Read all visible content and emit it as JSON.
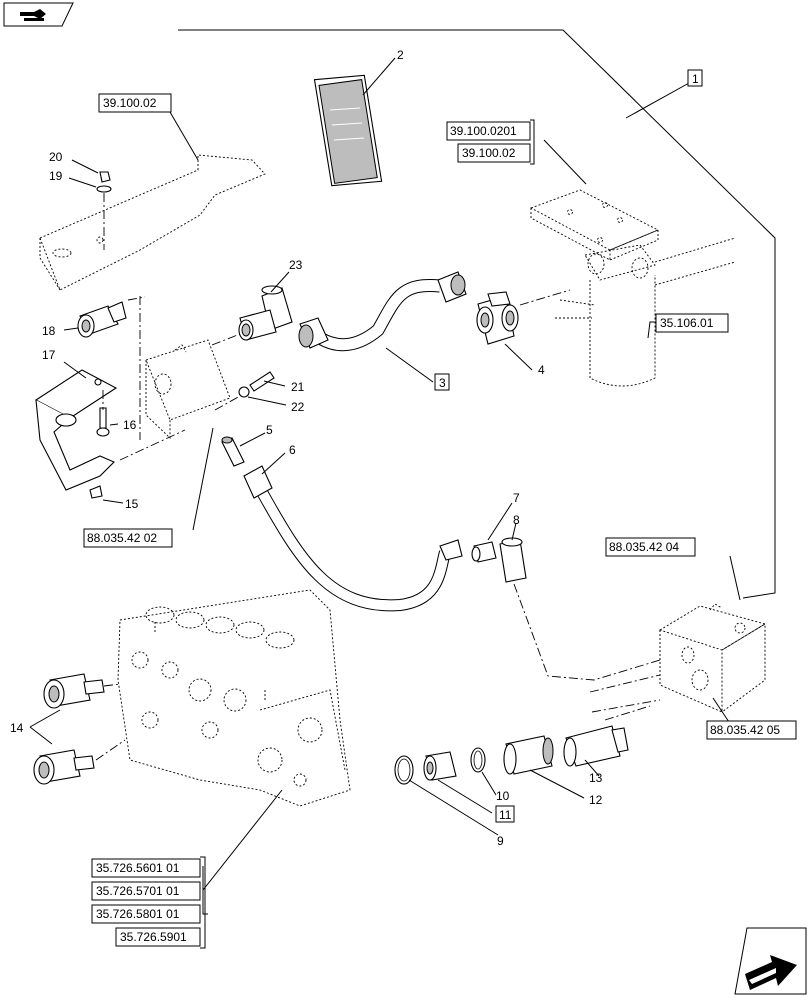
{
  "nav": {
    "back_icon": "hand-pointer-icon",
    "next_icon": "arrow-next-icon"
  },
  "refs": {
    "r39_100_02_top": "39.100.02",
    "r39_100_0201": "39.100.0201",
    "r39_100_02_b": "39.100.02",
    "r35_106_01": "35.106.01",
    "r88_035_42_02": "88.035.42 02",
    "r88_035_42_04": "88.035.42 04",
    "r88_035_42_05": "88.035.42 05",
    "r35_726_5601": "35.726.5601 01",
    "r35_726_5701": "35.726.5701 01",
    "r35_726_5801": "35.726.5801 01",
    "r35_726_5901": "35.726.5901"
  },
  "callouts": {
    "c1": "1",
    "c2": "2",
    "c3": "3",
    "c4": "4",
    "c5": "5",
    "c6": "6",
    "c7": "7",
    "c8": "8",
    "c9": "9",
    "c10": "10",
    "c11": "11",
    "c12": "12",
    "c13": "13",
    "c14": "14",
    "c15": "15",
    "c16": "16",
    "c17": "17",
    "c18": "18",
    "c19": "19",
    "c20": "20",
    "c21": "21",
    "c22": "22",
    "c23": "23"
  }
}
